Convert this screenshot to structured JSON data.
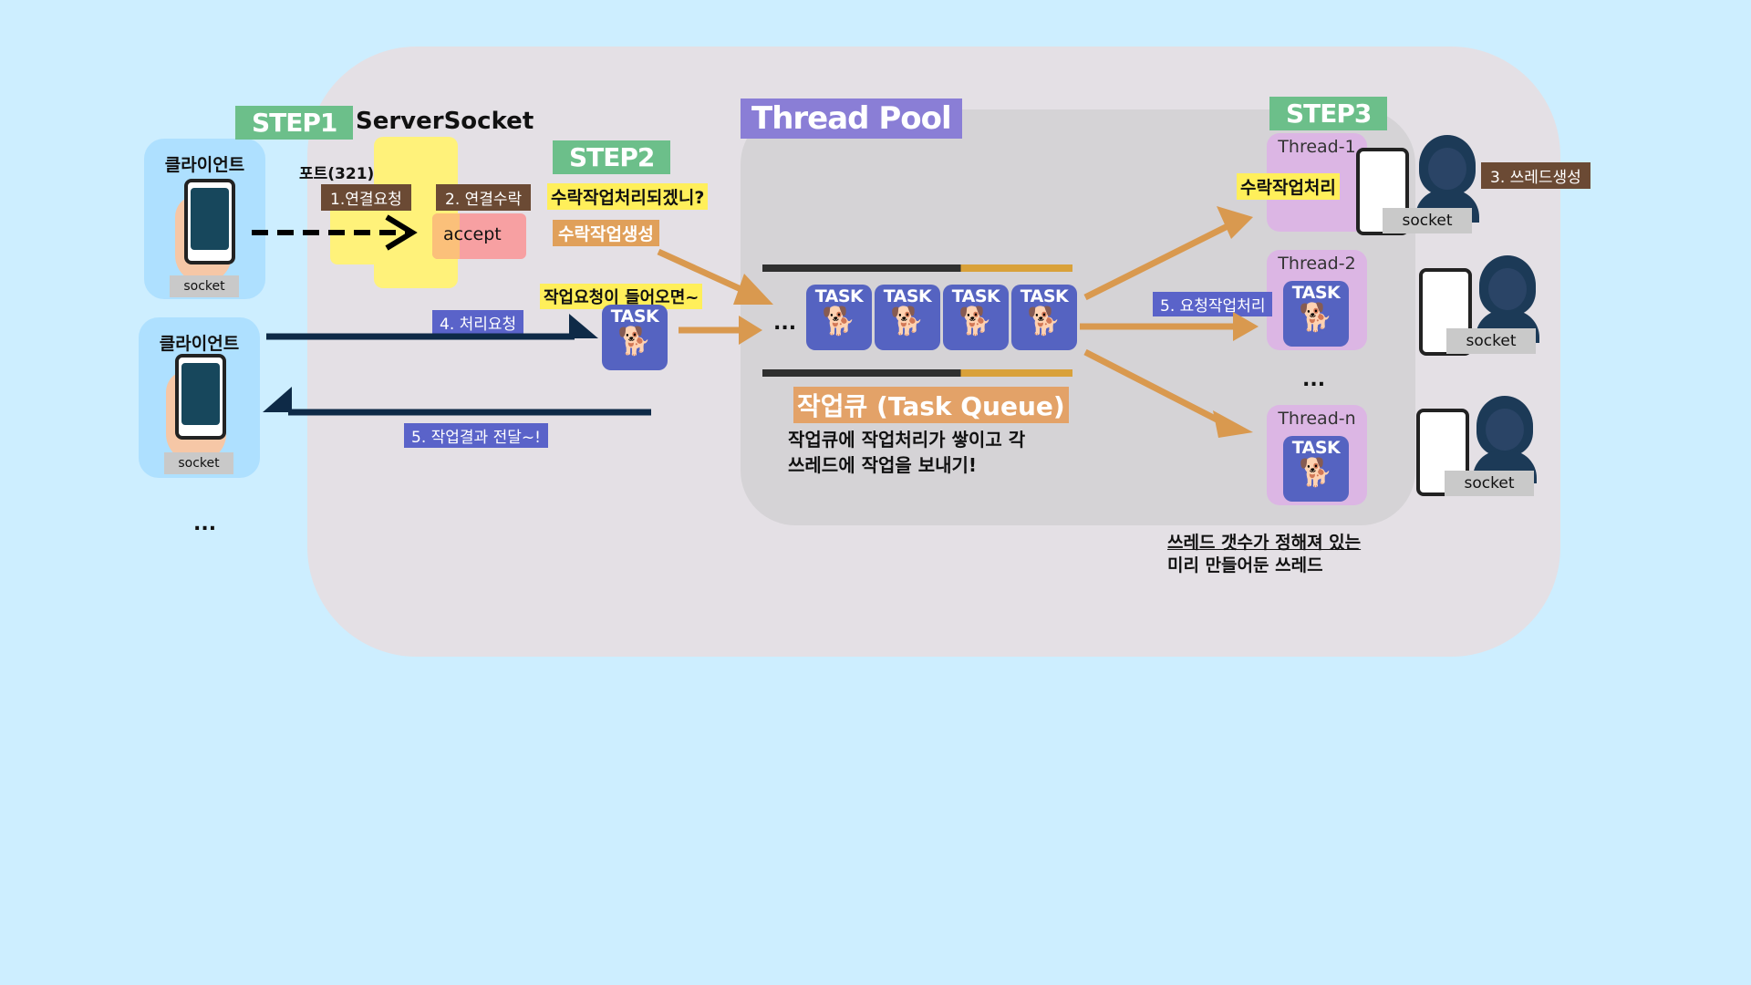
{
  "labels": {
    "step1": "STEP1",
    "step2": "STEP2",
    "step3": "STEP3",
    "server_socket": "ServerSocket",
    "thread_pool": "Thread Pool",
    "port": "포트(321)",
    "connect_request": "1.연결요청",
    "connect_accept": "2. 연결수락",
    "accept": "accept",
    "accept_question": "수락작업처리되겠니?",
    "accept_task_create": "수락작업생성",
    "task_request_arrives": "작업요청이 들어오면~",
    "process_request": "4. 처리요청",
    "result_delivery": "5. 작업결과 전달~!",
    "request_task_process": "5. 요청작업처리",
    "accept_task_process": "수락작업처리",
    "create_thread": "3. 쓰레드생성",
    "task_queue": "작업큐 (Task Queue)",
    "queue_desc_line1": "작업큐에 작업처리가 쌓이고 각",
    "queue_desc_line2": "쓰레드에 작업을 보내기!",
    "pool_note_line1": "쓰레드 갯수가 정해져 있는",
    "pool_note_line2": "미리 만들어둔 쓰레드",
    "ellipsis": "...",
    "task": "TASK",
    "socket": "socket"
  },
  "clients": [
    {
      "title": "클라이언트",
      "socket": "socket"
    },
    {
      "title": "클라이언트",
      "socket": "socket"
    }
  ],
  "threads": [
    {
      "name": "Thread-1",
      "socket": "socket"
    },
    {
      "name": "Thread-2",
      "socket": "socket"
    },
    {
      "name": "Thread-n",
      "socket": "socket"
    }
  ],
  "colors": {
    "background": "#cdeeff",
    "panel": "#e4e0e5",
    "pool": "#d5d3d6",
    "step_green": "#6cbf8a",
    "task_blue": "#5563c1",
    "thread_purple": "#dcb6e4",
    "arrow_orange": "#d9994f",
    "arrow_navy": "#0e2a47"
  }
}
